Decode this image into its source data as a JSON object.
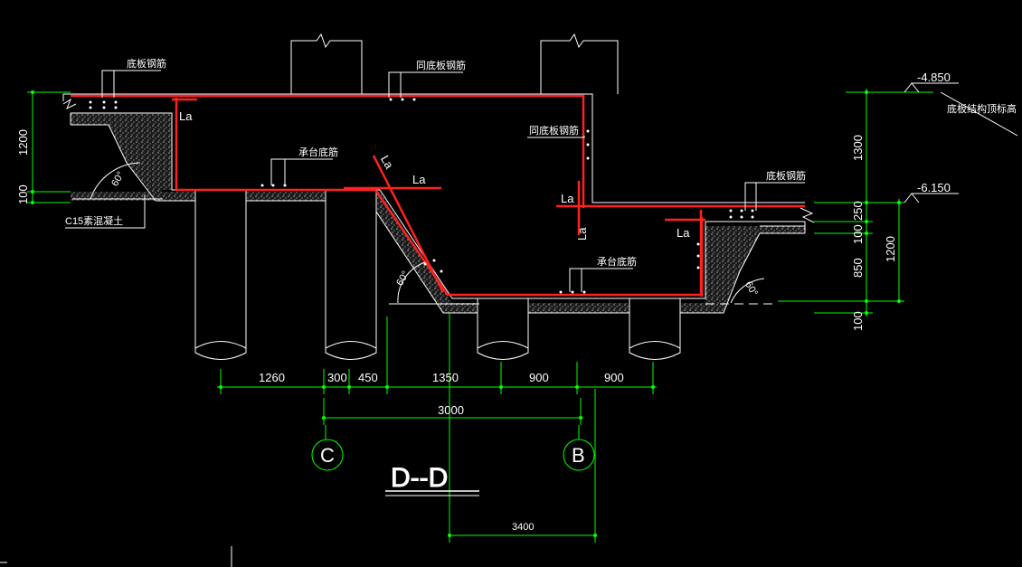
{
  "colors": {
    "background": "#000000",
    "outline": "#ffffff",
    "rebar": "#ff2020",
    "dimension": "#00ff00",
    "hatch": "#9a9a9a"
  },
  "labels": {
    "slab_rebar_left": "底板钢筋",
    "slab_rebar_right": "底板钢筋",
    "same_slab_rebar_top": "同底板钢筋",
    "same_slab_rebar_side": "同底板钢筋",
    "cap_bottom_rebar_left": "承台底筋",
    "cap_bottom_rebar_right": "承台底筋",
    "concrete": "C15素混凝土",
    "slab_top_elevation": "底板结构顶标高",
    "la": "La",
    "angle": "60°"
  },
  "elevations": {
    "top": "-4.850",
    "bottom": "-6.150"
  },
  "dimensions": {
    "left_vertical": [
      "1200",
      "100"
    ],
    "right_inner": [
      "1300",
      "250",
      "100",
      "850",
      "100"
    ],
    "right_outer": [
      "1200"
    ],
    "horizontal": [
      "1260",
      "300",
      "450",
      "1350",
      "900",
      "900"
    ],
    "span_cb": "3000",
    "span_bottom": "3400"
  },
  "grid_axes": [
    "C",
    "B"
  ],
  "section_title": "D--D"
}
